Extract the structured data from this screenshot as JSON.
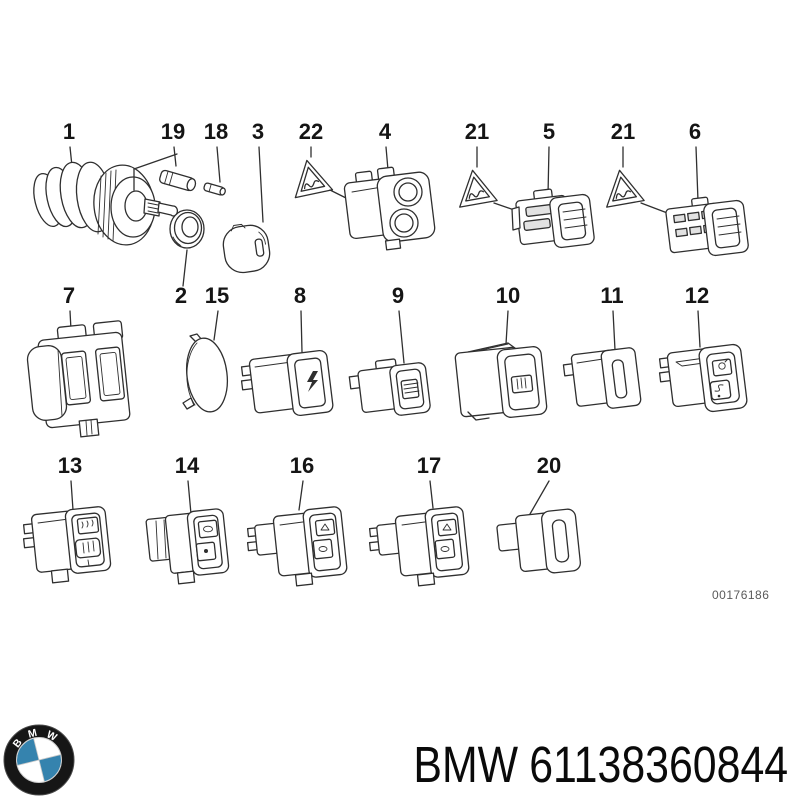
{
  "diagram": {
    "image_code": "00176186",
    "parts": [
      {
        "number": "1"
      },
      {
        "number": "19"
      },
      {
        "number": "18"
      },
      {
        "number": "3"
      },
      {
        "number": "22"
      },
      {
        "number": "4"
      },
      {
        "number": "21"
      },
      {
        "number": "5"
      },
      {
        "number": "21"
      },
      {
        "number": "6"
      },
      {
        "number": "7"
      },
      {
        "number": "2"
      },
      {
        "number": "15"
      },
      {
        "number": "8"
      },
      {
        "number": "9"
      },
      {
        "number": "10"
      },
      {
        "number": "11"
      },
      {
        "number": "12"
      },
      {
        "number": "13"
      },
      {
        "number": "14"
      },
      {
        "number": "16"
      },
      {
        "number": "17"
      },
      {
        "number": "20"
      }
    ]
  },
  "footer": {
    "brand": "BMW",
    "part_number": "61138360844",
    "logo": {
      "letters": [
        "B",
        "M",
        "W"
      ],
      "ring_color": "#161616",
      "blue": "#3583ae"
    }
  },
  "colors": {
    "background": "#ffffff",
    "line_art": "#2f2f2f",
    "label_text": "#151515",
    "code_text": "#5a5a5a"
  }
}
